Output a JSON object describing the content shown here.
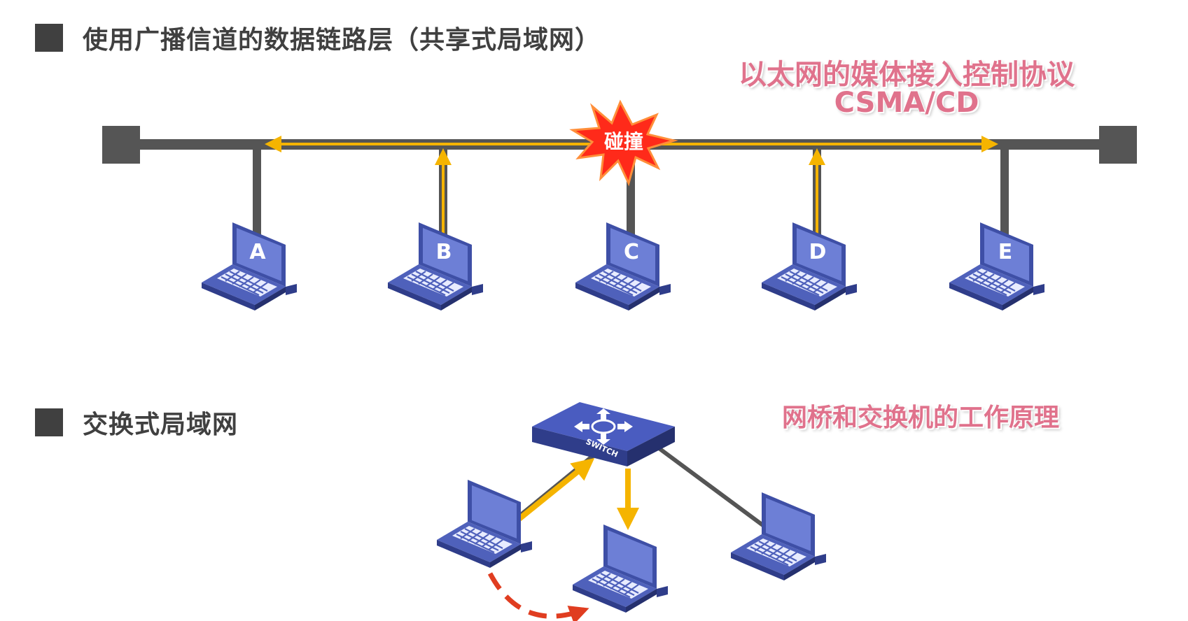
{
  "section1": {
    "heading": "使用广播信道的数据链路层（共享式局域网）"
  },
  "section2": {
    "heading": "交换式局域网"
  },
  "labels": {
    "mac_protocol": "以太网的媒体接入控制协议",
    "csma_cd": "CSMA/CD",
    "collision": "碰撞",
    "bridge_principle": "网桥和交换机的工作原理",
    "switch": "SWITCH"
  },
  "hosts": [
    "A",
    "B",
    "C",
    "D",
    "E"
  ],
  "colors": {
    "bus": "#555555",
    "signal": "#f5b400",
    "laptop_screen": "#5f6fc8",
    "laptop_body": "#3e4fa6",
    "collision": "#ff2a1a",
    "dashed_arrow": "#e03d20",
    "heading_text": "#404040",
    "pink_text": "#e0728c"
  }
}
